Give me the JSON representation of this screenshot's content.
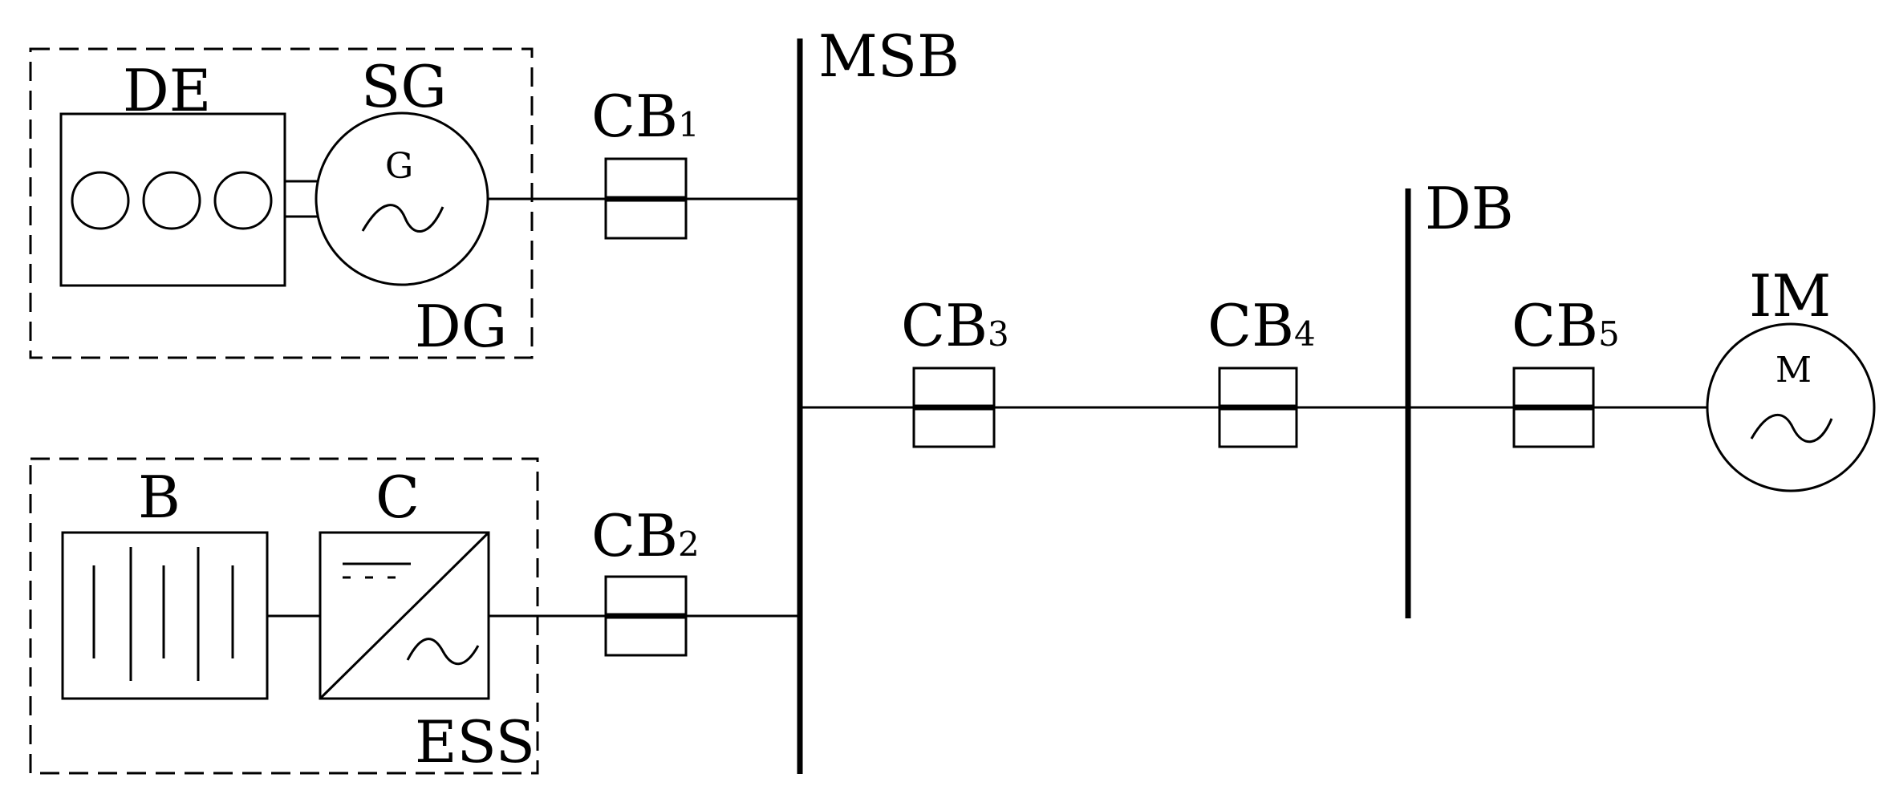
{
  "labels": {
    "de": "DE",
    "sg": "SG",
    "g": "G",
    "dg": "DG",
    "msb": "MSB",
    "db": "DB",
    "b": "B",
    "c": "C",
    "ess": "ESS",
    "im": "IM",
    "m": "M"
  },
  "breakers": [
    {
      "prefix": "CB",
      "sub": "1"
    },
    {
      "prefix": "CB",
      "sub": "2"
    },
    {
      "prefix": "CB",
      "sub": "3"
    },
    {
      "prefix": "CB",
      "sub": "4"
    },
    {
      "prefix": "CB",
      "sub": "5"
    }
  ]
}
